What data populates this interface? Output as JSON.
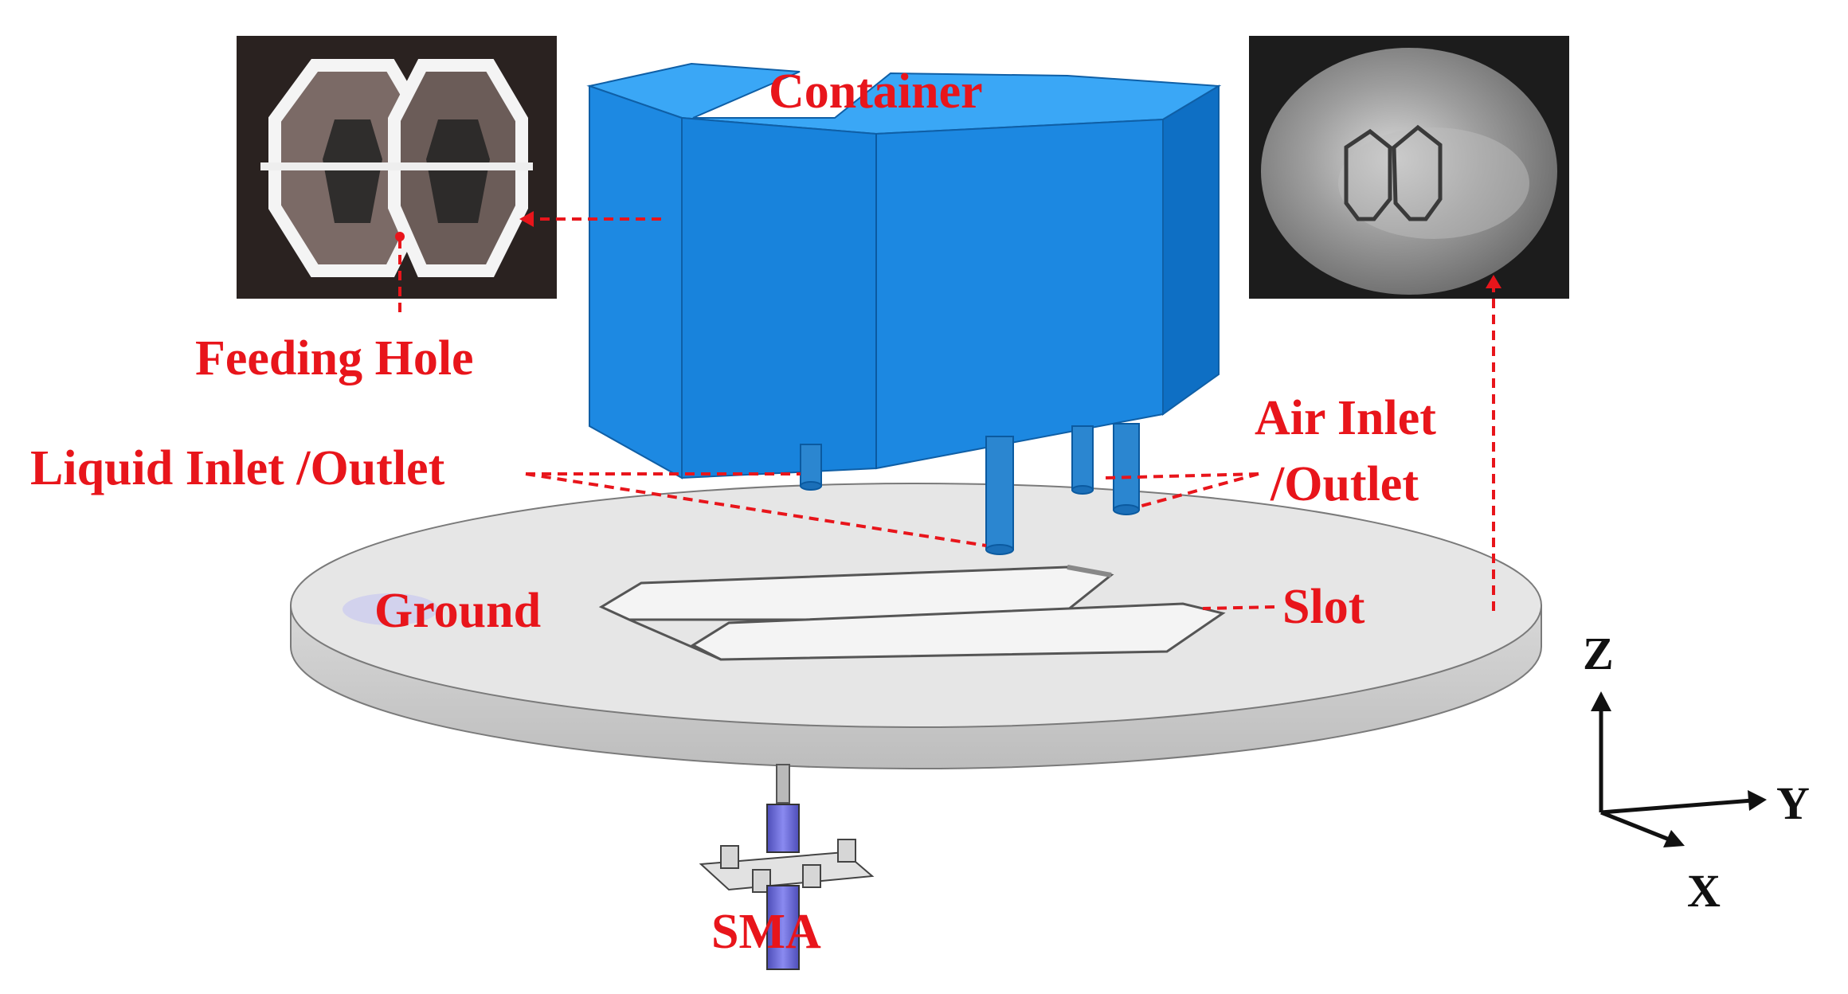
{
  "labels": {
    "container": "Container",
    "feeding_hole": "Feeding Hole",
    "liquid_inlet_outlet": "Liquid Inlet /Outlet",
    "air_inlet_line1": "Air Inlet",
    "air_inlet_line2": "/Outlet",
    "ground": "Ground",
    "slot": "Slot",
    "sma": "SMA"
  },
  "axes": {
    "z": "Z",
    "y": "Y",
    "x": "X"
  },
  "colors": {
    "annotation": "#e8151b",
    "container_front": "#1a86e0",
    "container_top": "#38a6f6",
    "container_side": "#0d6cc0",
    "ground_top": "#e6e6e6",
    "ground_edge": "#cfcfcf",
    "sma_body": "#6f6fe0",
    "axis": "#111111"
  },
  "icons": {
    "feeding_photo": "container-photo-icon",
    "slot_photo": "ground-plate-photo-icon"
  }
}
